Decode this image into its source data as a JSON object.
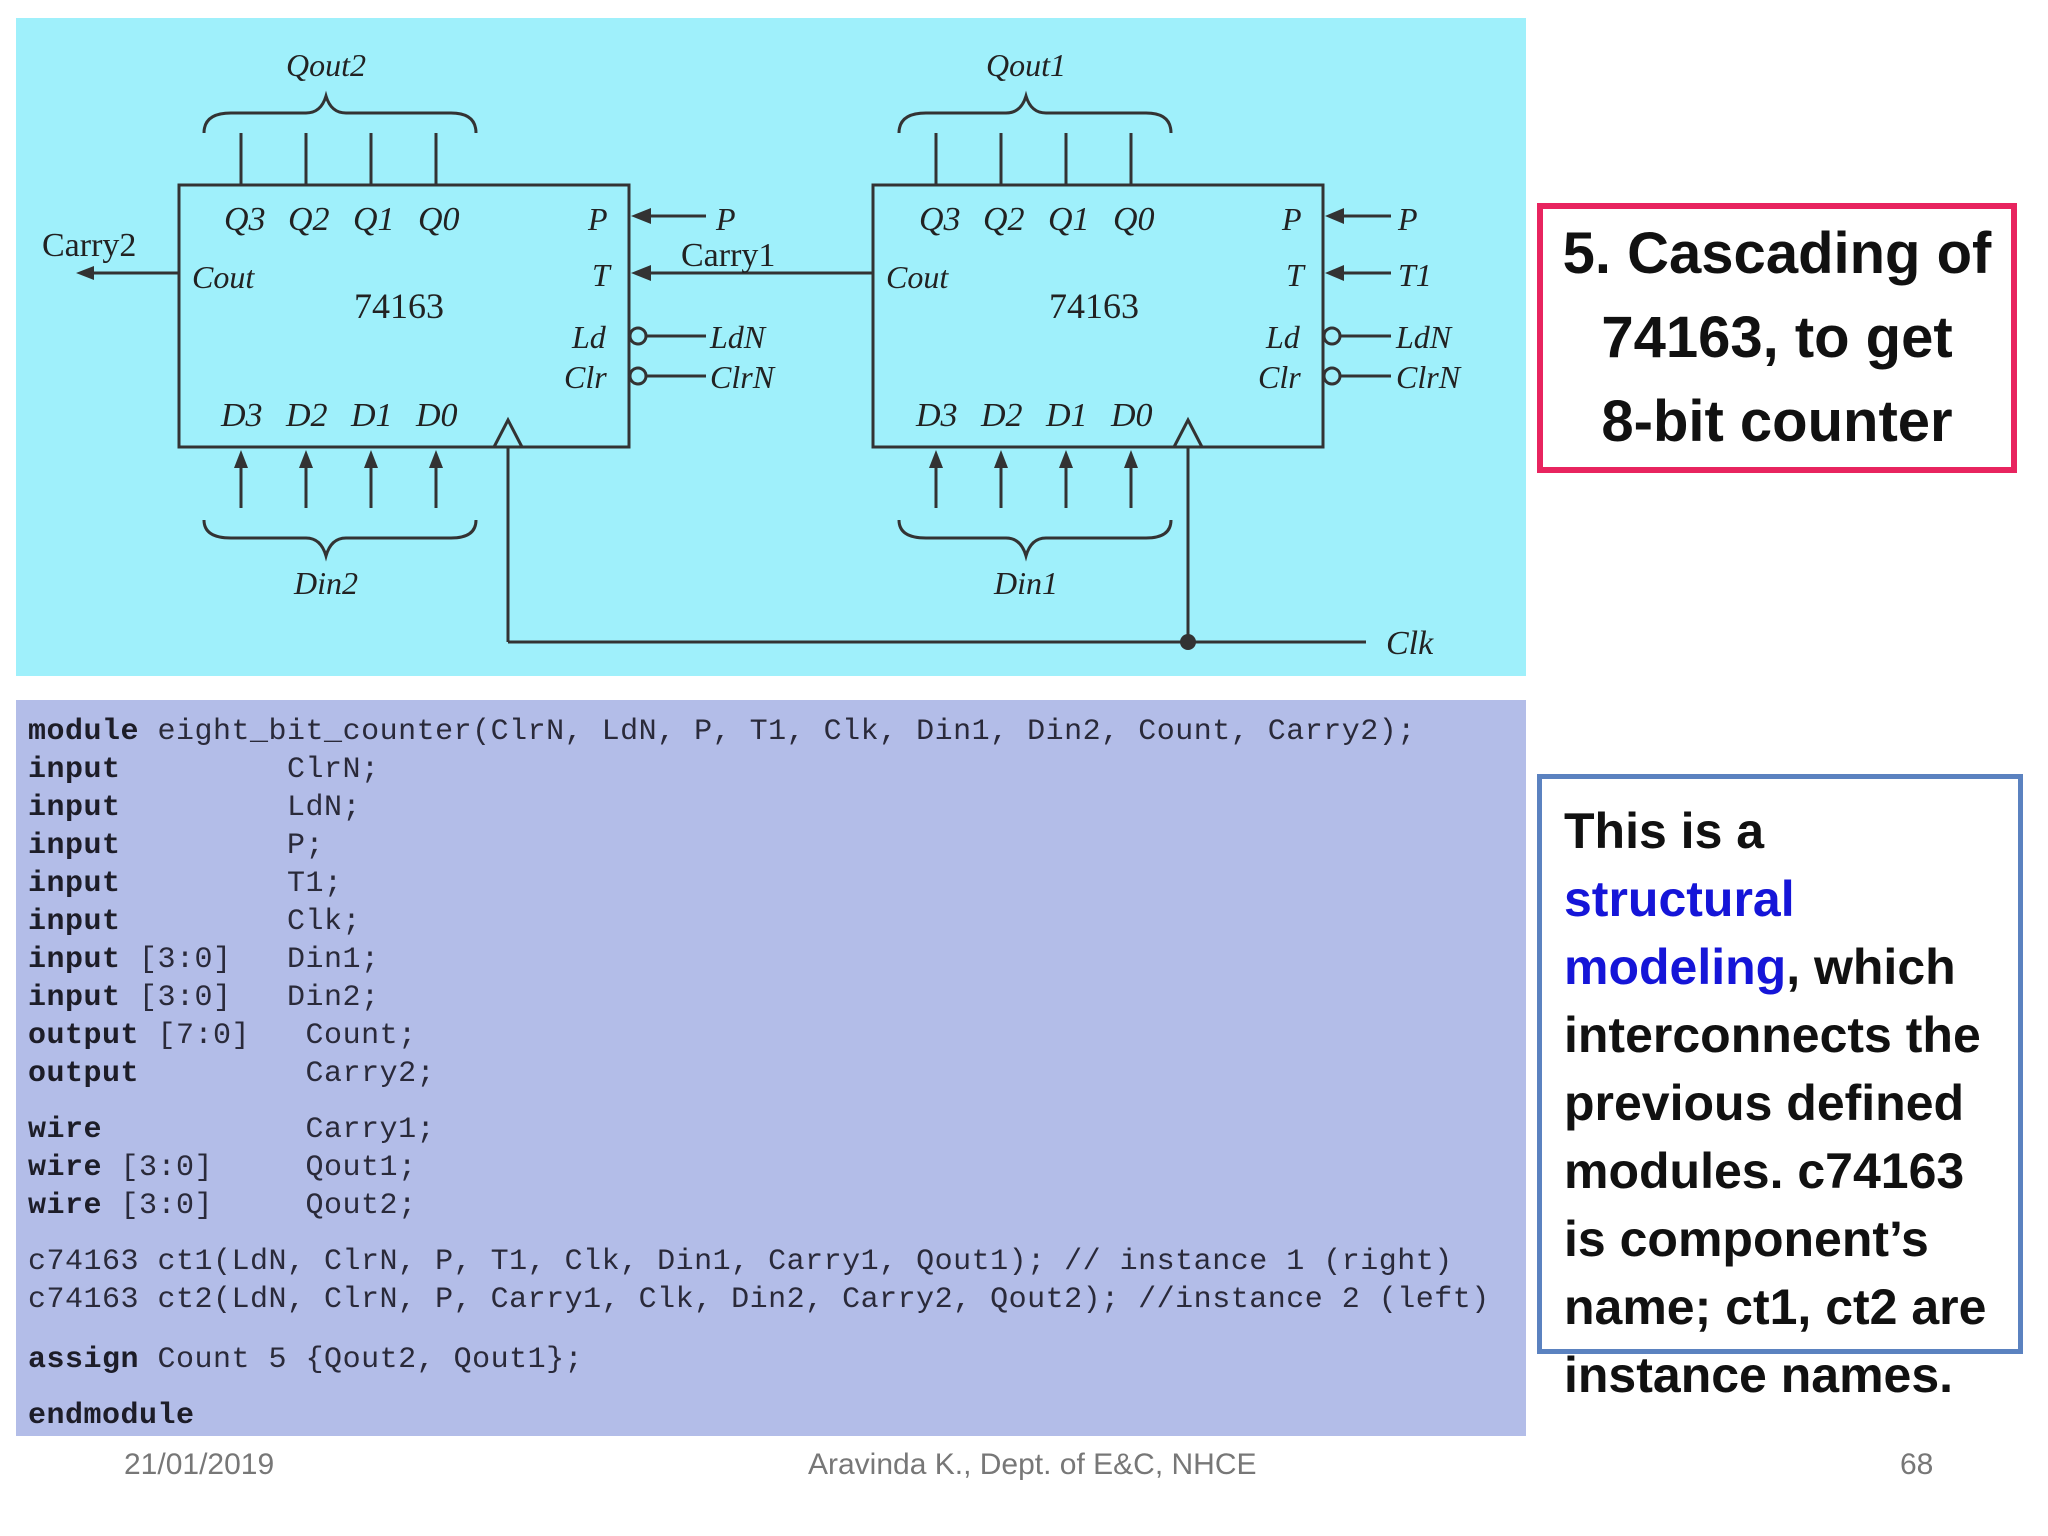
{
  "diagram": {
    "left_chip": {
      "part": "74163",
      "outputs": [
        "Q3",
        "Q2",
        "Q1",
        "Q0"
      ],
      "inputs": [
        "D3",
        "D2",
        "D1",
        "D0"
      ],
      "carry_out_pin": "Cout",
      "control_pins": [
        "P",
        "T",
        "Ld",
        "Clr"
      ],
      "output_bus": "Qout2",
      "input_bus": "Din2",
      "carry_out_signal": "Carry2"
    },
    "right_chip": {
      "part": "74163",
      "outputs": [
        "Q3",
        "Q2",
        "Q1",
        "Q0"
      ],
      "inputs": [
        "D3",
        "D2",
        "D1",
        "D0"
      ],
      "carry_out_pin": "Cout",
      "control_pins": [
        "P",
        "T",
        "Ld",
        "Clr"
      ],
      "output_bus": "Qout1",
      "input_bus": "Din1"
    },
    "signals": {
      "left_p": "P",
      "carry1": "Carry1",
      "left_ld": "LdN",
      "left_clr": "ClrN",
      "right_p": "P",
      "right_t": "T1",
      "right_ld": "LdN",
      "right_clr": "ClrN",
      "clk": "Clk"
    }
  },
  "code": {
    "lines": [
      {
        "kw": "module",
        "rest": " eight_bit_counter(ClrN, LdN, P, T1, Clk, Din1, Din2, Count, Carry2);"
      },
      {
        "kw": "input",
        "rest": "         ClrN;"
      },
      {
        "kw": "input",
        "rest": "         LdN;"
      },
      {
        "kw": "input",
        "rest": "         P;"
      },
      {
        "kw": "input",
        "rest": "         T1;"
      },
      {
        "kw": "input",
        "rest": "         Clk;"
      },
      {
        "kw": "input",
        "rest": " [3:0]   Din1;"
      },
      {
        "kw": "input",
        "rest": " [3:0]   Din2;"
      },
      {
        "kw": "output",
        "rest": " [7:0]   Count;"
      },
      {
        "kw": "output",
        "rest": "         Carry2;"
      },
      {
        "kw": "wire",
        "rest": "           Carry1;"
      },
      {
        "kw": "wire",
        "rest": " [3:0]     Qout1;"
      },
      {
        "kw": "wire",
        "rest": " [3:0]     Qout2;"
      },
      {
        "kw": "",
        "rest": "c74163 ct1(LdN, ClrN, P, T1, Clk, Din1, Carry1, Qout1); // instance 1 (right)"
      },
      {
        "kw": "",
        "rest": "c74163 ct2(LdN, ClrN, P, Carry1, Clk, Din2, Carry2, Qout2); //instance 2 (left)"
      },
      {
        "kw": "assign",
        "rest": " Count 5 {Qout2, Qout1};"
      },
      {
        "kw": "endmodule",
        "rest": ""
      }
    ]
  },
  "title_box": {
    "lines": [
      "5. Cascading of",
      "74163, to get",
      "8-bit counter"
    ]
  },
  "note": {
    "pre": "This is a ",
    "highlight": "structural modeling",
    "post": ", which interconnects the previous defined modules. c74163 is component’s name; ct1, ct2 are instance names."
  },
  "footer": {
    "date": "21/01/2019",
    "author": "Aravinda K., Dept. of E&C, NHCE",
    "page": "68"
  },
  "colors": {
    "diagram_bg": "#9ff0fb",
    "code_bg": "#b3bde8",
    "title_border": "#e8245f",
    "note_border": "#5b82c0",
    "highlight": "#1515d8"
  }
}
